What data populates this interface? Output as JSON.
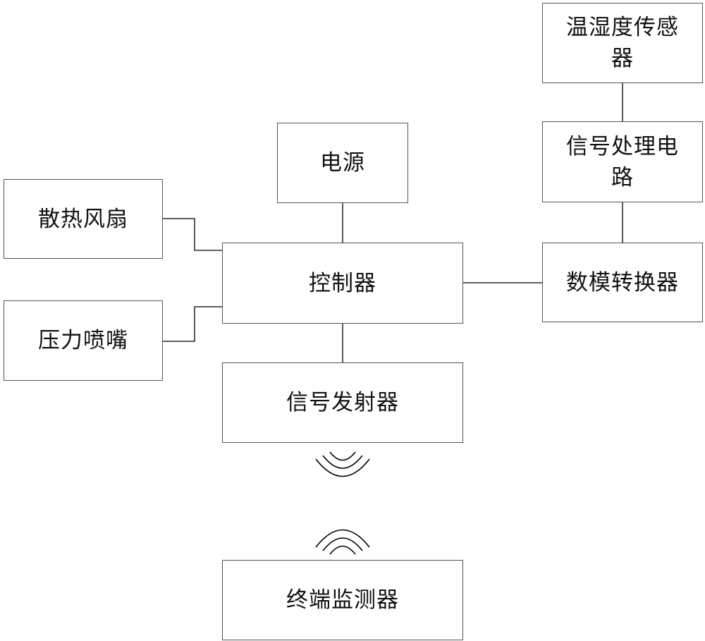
{
  "diagram": {
    "blocks": {
      "power": "电源",
      "cooling_fan": "散热风扇",
      "controller": "控制器",
      "pressure_nozzle": "压力喷嘴",
      "signal_transmitter": "信号发射器",
      "terminal_monitor": "终端监测器",
      "temp_humidity_sensor": "温湿度传感器",
      "signal_processing_circuit": "信号处理电路",
      "dac_converter": "数模转换器"
    },
    "connections": [
      [
        "power",
        "controller"
      ],
      [
        "cooling_fan",
        "controller"
      ],
      [
        "pressure_nozzle",
        "controller"
      ],
      [
        "controller",
        "signal_transmitter"
      ],
      [
        "controller",
        "dac_converter"
      ],
      [
        "temp_humidity_sensor",
        "signal_processing_circuit"
      ],
      [
        "signal_processing_circuit",
        "dac_converter"
      ],
      [
        "signal_transmitter",
        "terminal_monitor"
      ]
    ],
    "colors": {
      "line": "#000000",
      "border": "#555555",
      "text": "#111111",
      "background": "#ffffff"
    }
  }
}
